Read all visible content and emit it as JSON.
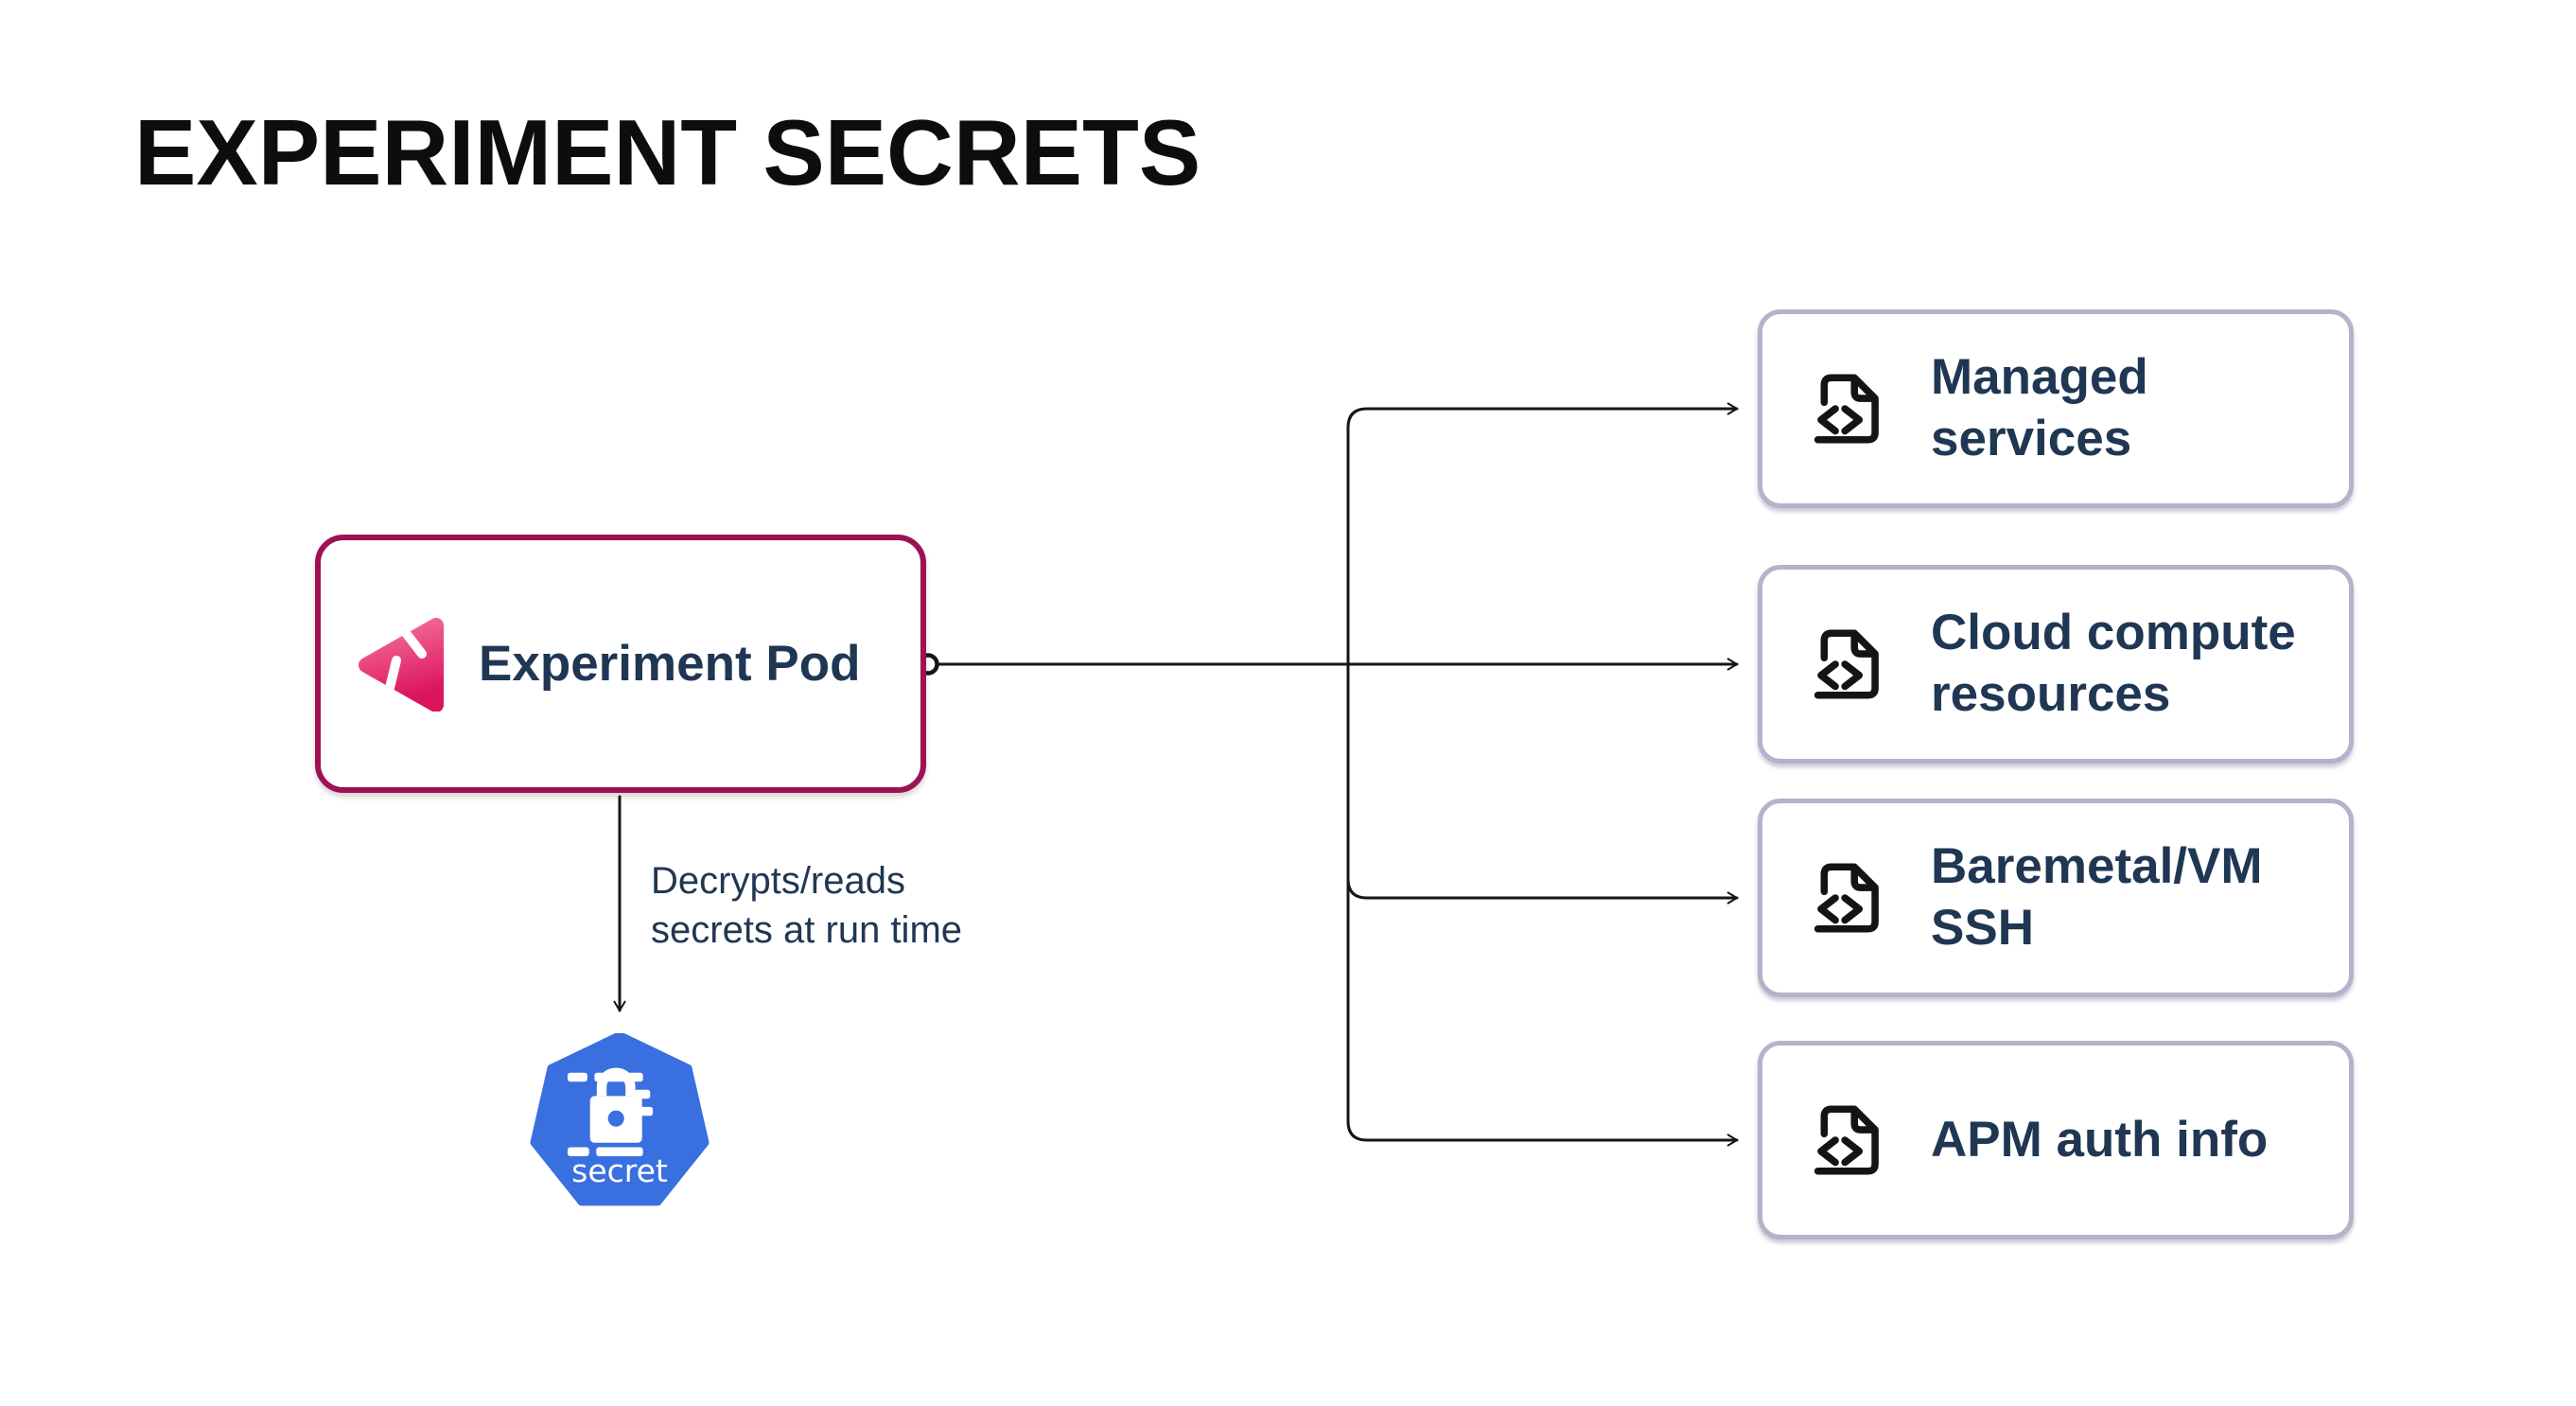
{
  "title": "EXPERIMENT SECRETS",
  "pod": {
    "label": "Experiment Pod"
  },
  "edge_pod_to_secret": {
    "label": "Decrypts/reads\nsecrets at run time"
  },
  "secret_node": {
    "label": "secret"
  },
  "targets": [
    {
      "label": "Managed services"
    },
    {
      "label": "Cloud compute resources"
    },
    {
      "label": "Baremetal/VM SSH"
    },
    {
      "label": "APM auth info"
    }
  ],
  "colors": {
    "pod_border": "#9d1254",
    "target_border": "#b2b4ca",
    "text_navy": "#1f3753",
    "secret_blue": "#3a6fe0",
    "logo_pink_top": "#f4729b",
    "logo_pink_bottom": "#dc145e",
    "line": "#161616"
  }
}
